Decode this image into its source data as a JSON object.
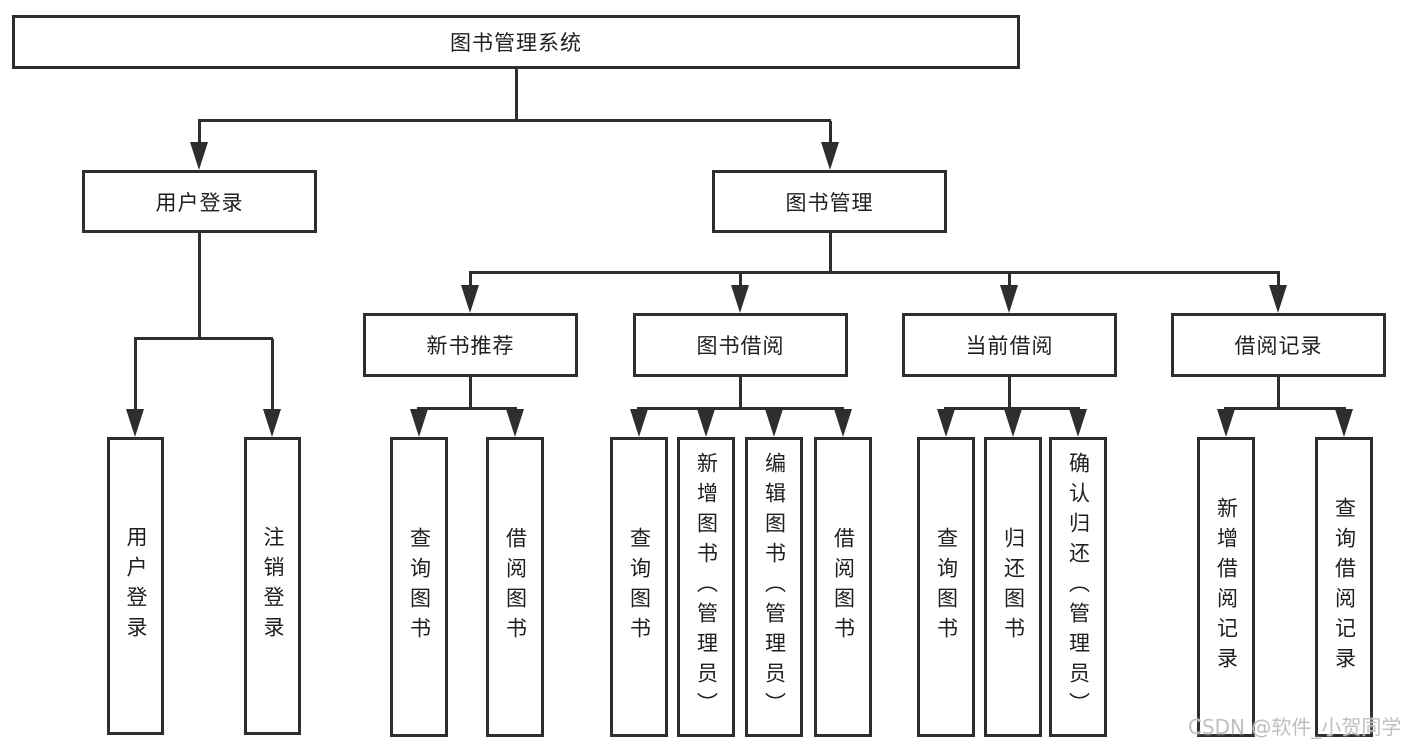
{
  "title": "图书管理系统",
  "nodes": {
    "root": {
      "label": "图书管理系统"
    },
    "user_login": {
      "label": "用户登录"
    },
    "book_mgmt": {
      "label": "图书管理"
    },
    "new_book_rec": {
      "label": "新书推荐"
    },
    "book_borrow": {
      "label": "图书借阅"
    },
    "current_borrow": {
      "label": "当前借阅"
    },
    "borrow_record": {
      "label": "借阅记录"
    },
    "login": {
      "label": "用户登录"
    },
    "logout": {
      "label": "注销登录"
    },
    "nb_query_book": {
      "label": "查询图书"
    },
    "nb_borrow_book": {
      "label": "借阅图书"
    },
    "bb_query_book": {
      "label": "查询图书"
    },
    "bb_add_book": {
      "label": "新增图书（管理员）"
    },
    "bb_edit_book": {
      "label": "编辑图书（管理员）"
    },
    "bb_borrow_book": {
      "label": "借阅图书"
    },
    "cb_query_book": {
      "label": "查询图书"
    },
    "cb_return_book": {
      "label": "归还图书"
    },
    "cb_confirm_return": {
      "label": "确认归还（管理员）"
    },
    "br_add_record": {
      "label": "新增借阅记录"
    },
    "br_query_record": {
      "label": "查询借阅记录"
    }
  },
  "edges": [
    [
      "root",
      "user_login"
    ],
    [
      "root",
      "book_mgmt"
    ],
    [
      "user_login",
      "login"
    ],
    [
      "user_login",
      "logout"
    ],
    [
      "book_mgmt",
      "new_book_rec"
    ],
    [
      "book_mgmt",
      "book_borrow"
    ],
    [
      "book_mgmt",
      "current_borrow"
    ],
    [
      "book_mgmt",
      "borrow_record"
    ],
    [
      "new_book_rec",
      "nb_query_book"
    ],
    [
      "new_book_rec",
      "nb_borrow_book"
    ],
    [
      "book_borrow",
      "bb_query_book"
    ],
    [
      "book_borrow",
      "bb_add_book"
    ],
    [
      "book_borrow",
      "bb_edit_book"
    ],
    [
      "book_borrow",
      "bb_borrow_book"
    ],
    [
      "current_borrow",
      "cb_query_book"
    ],
    [
      "current_borrow",
      "cb_return_book"
    ],
    [
      "current_borrow",
      "cb_confirm_return"
    ],
    [
      "borrow_record",
      "br_add_record"
    ],
    [
      "borrow_record",
      "br_query_record"
    ]
  ],
  "watermark": {
    "text": "CSDN @软件_小贺同学",
    "color": "#bfbfc3"
  },
  "colors": {
    "line": "#2e2e2e",
    "box-border": "#2e2e2e",
    "text": "#1f1f1f",
    "background": "#ffffff"
  }
}
